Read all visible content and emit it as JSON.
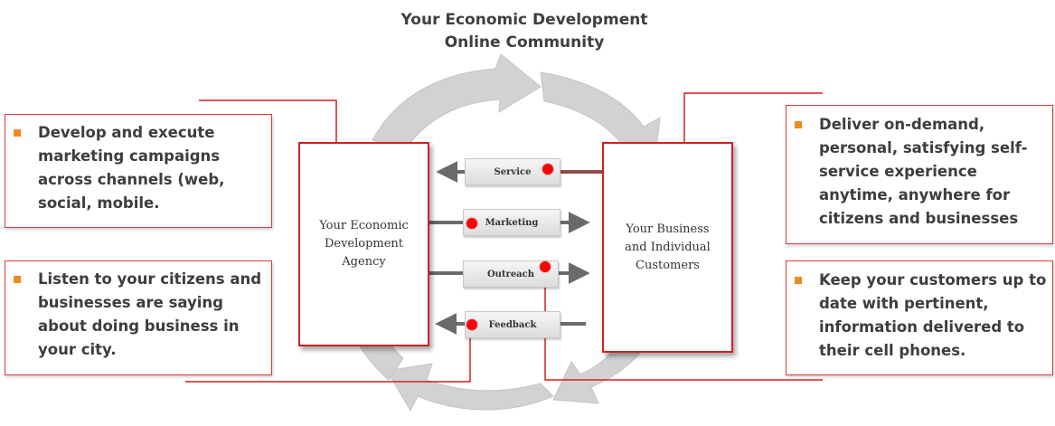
{
  "title": {
    "line1": "Your Economic Development",
    "line2": "Online Community"
  },
  "left_boxes": [
    {
      "text": "Develop and execute marketing campaigns across  channels (web, social, mobile."
    },
    {
      "text": "Listen to your citizens and businesses are saying about doing business in your city."
    }
  ],
  "right_boxes": [
    {
      "text": "Deliver on-demand, personal, satisfying self-service experience anytime, anywhere for citizens and businesses"
    },
    {
      "text": "Keep your customers up to date with pertinent, information delivered to their cell phones."
    }
  ],
  "entities": {
    "agency": "Your Economic Development Agency",
    "customers": "Your Business and Individual Customers"
  },
  "flows": [
    {
      "label": "Service",
      "direction": "to-agency"
    },
    {
      "label": "Marketing",
      "direction": "to-customers"
    },
    {
      "label": "Outreach",
      "direction": "to-customers"
    },
    {
      "label": "Feedback",
      "direction": "to-agency"
    }
  ],
  "colors": {
    "accent_red": "#d61f1f",
    "dot_red": "#ff0000",
    "bullet_orange": "#f08a1e",
    "cycle_gray": "#d2d2d2",
    "arrow_gray": "#6a6a6a",
    "text_dark": "#3d3d3d"
  },
  "icons": {
    "bullet": "square-bullet-icon",
    "marker": "red-dot-icon",
    "cycle": "circular-arrows-icon"
  }
}
